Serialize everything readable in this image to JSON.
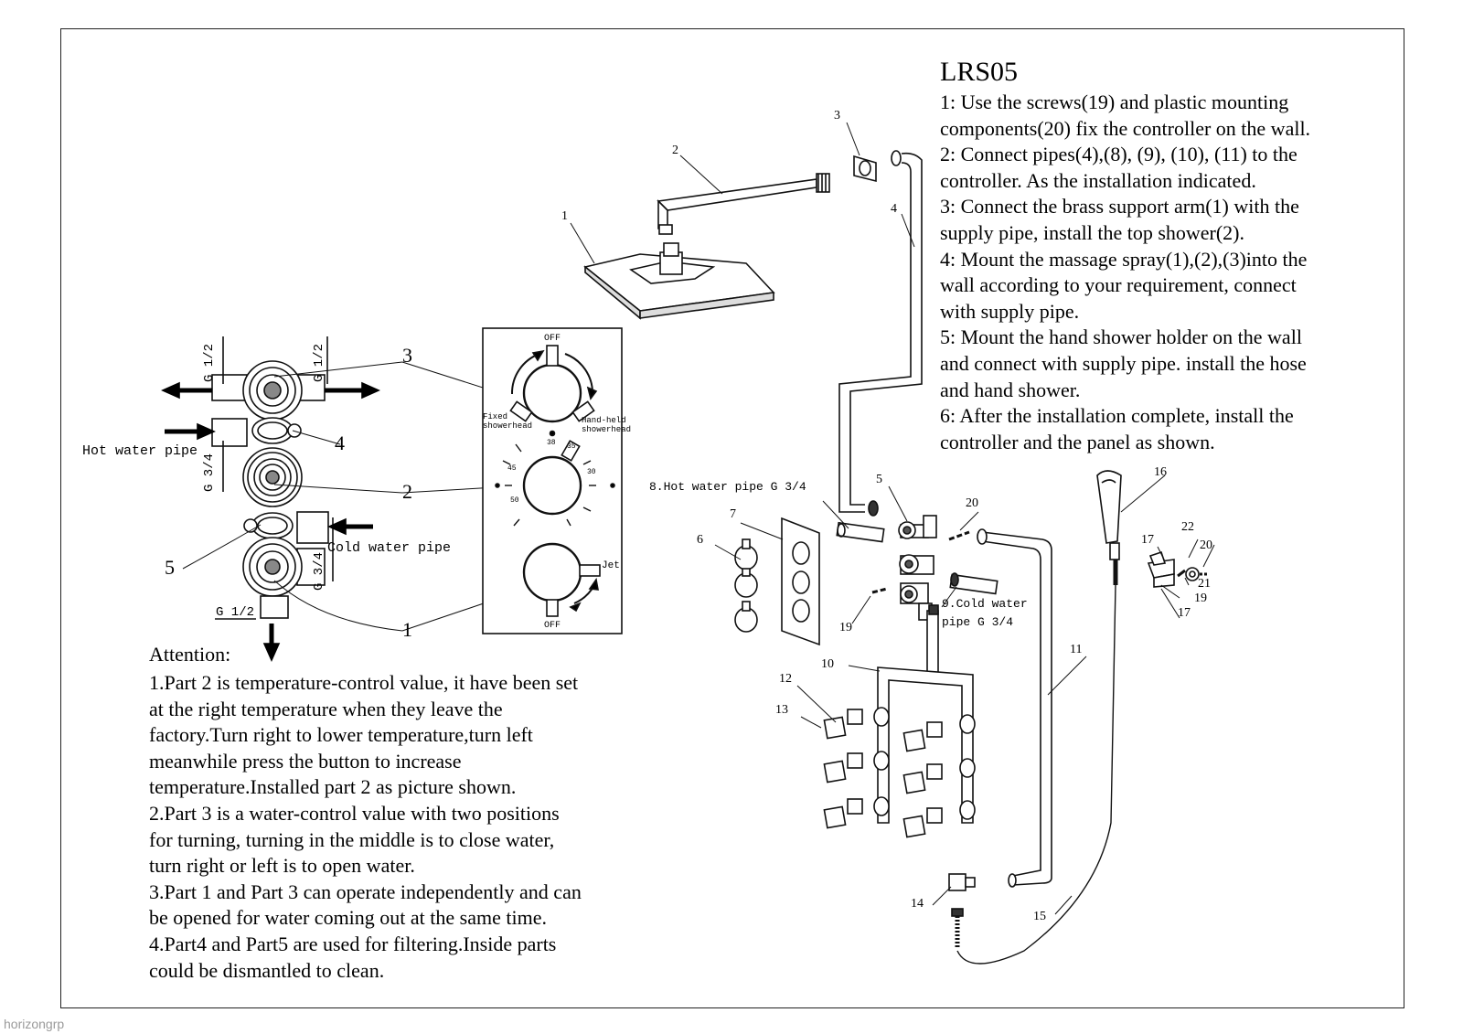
{
  "model": "LRS05",
  "instructions": [
    "1: Use the screws(19) and plastic mounting",
    "components(20) fix the controller on the wall.",
    "2: Connect pipes(4),(8), (9), (10), (11) to the",
    "controller. As the installation indicated.",
    "3: Connect the brass support arm(1) with the",
    "supply pipe, install the top shower(2).",
    "4: Mount the massage spray(1),(2),(3)into the",
    "wall according to your requirement, connect",
    "with supply pipe.",
    "5: Mount the hand shower holder on the wall",
    "and connect with supply pipe. install the hose",
    "and hand shower.",
    "6: After  the installation complete, install the",
    "controller and the panel as shown."
  ],
  "attention": {
    "title": "Attention:",
    "lines": [
      "1.Part 2 is temperature-control value, it have been set",
      "at the right temperature when they leave the",
      "factory.Turn right to lower temperature,turn left",
      "meanwhile press the button to increase",
      "temperature.Installed part 2 as picture shown.",
      "2.Part 3 is a water-control value with two positions",
      "for turning, turning in the middle is to close water,",
      "turn right or left is to open water.",
      "3.Part 1 and Part 3 can operate independently and can",
      "be opened for water coming out at the same time.",
      "4.Part4 and Part5 are used for filtering.Inside parts",
      "could be dismantled to clean."
    ]
  },
  "valve_labels": {
    "g12_left_top": "G 1/2",
    "g12_right_top": "G 1/2",
    "g34_left": "G 3/4",
    "g34_right": "G 3/4",
    "g12_bottom": "G 1/2",
    "hot_water": "Hot water pipe",
    "cold_water": "Cold water pipe",
    "n3": "3",
    "n4": "4",
    "n2": "2",
    "n5": "5",
    "n1": "1"
  },
  "panel_labels": {
    "off_top": "OFF",
    "fixed1": "Fixed",
    "fixed2": "showerhead",
    "hand1": "Hand-held",
    "hand2": "showerhead",
    "t38": "38",
    "t35": "35",
    "t45": "45",
    "t30": "30",
    "t50": "50",
    "jet": "Jet",
    "off_bottom": "OFF"
  },
  "assembly_labels": {
    "p1": "1",
    "p2": "2",
    "p3": "3",
    "p4": "4",
    "p5": "5",
    "p6": "6",
    "p7": "7",
    "p8": "8.Hot water pipe G 3/4",
    "p9a": "9.Cold water",
    "p9b": "pipe G 3/4",
    "p10": "10",
    "p11": "11",
    "p12": "12",
    "p13": "13",
    "p14": "14",
    "p15": "15",
    "p16": "16",
    "p17a": "17",
    "p17b": "17",
    "p19a": "19",
    "p19b": "19",
    "p20a": "20",
    "p20b": "20",
    "p21": "21",
    "p22": "22"
  },
  "watermark": "horizongrp"
}
